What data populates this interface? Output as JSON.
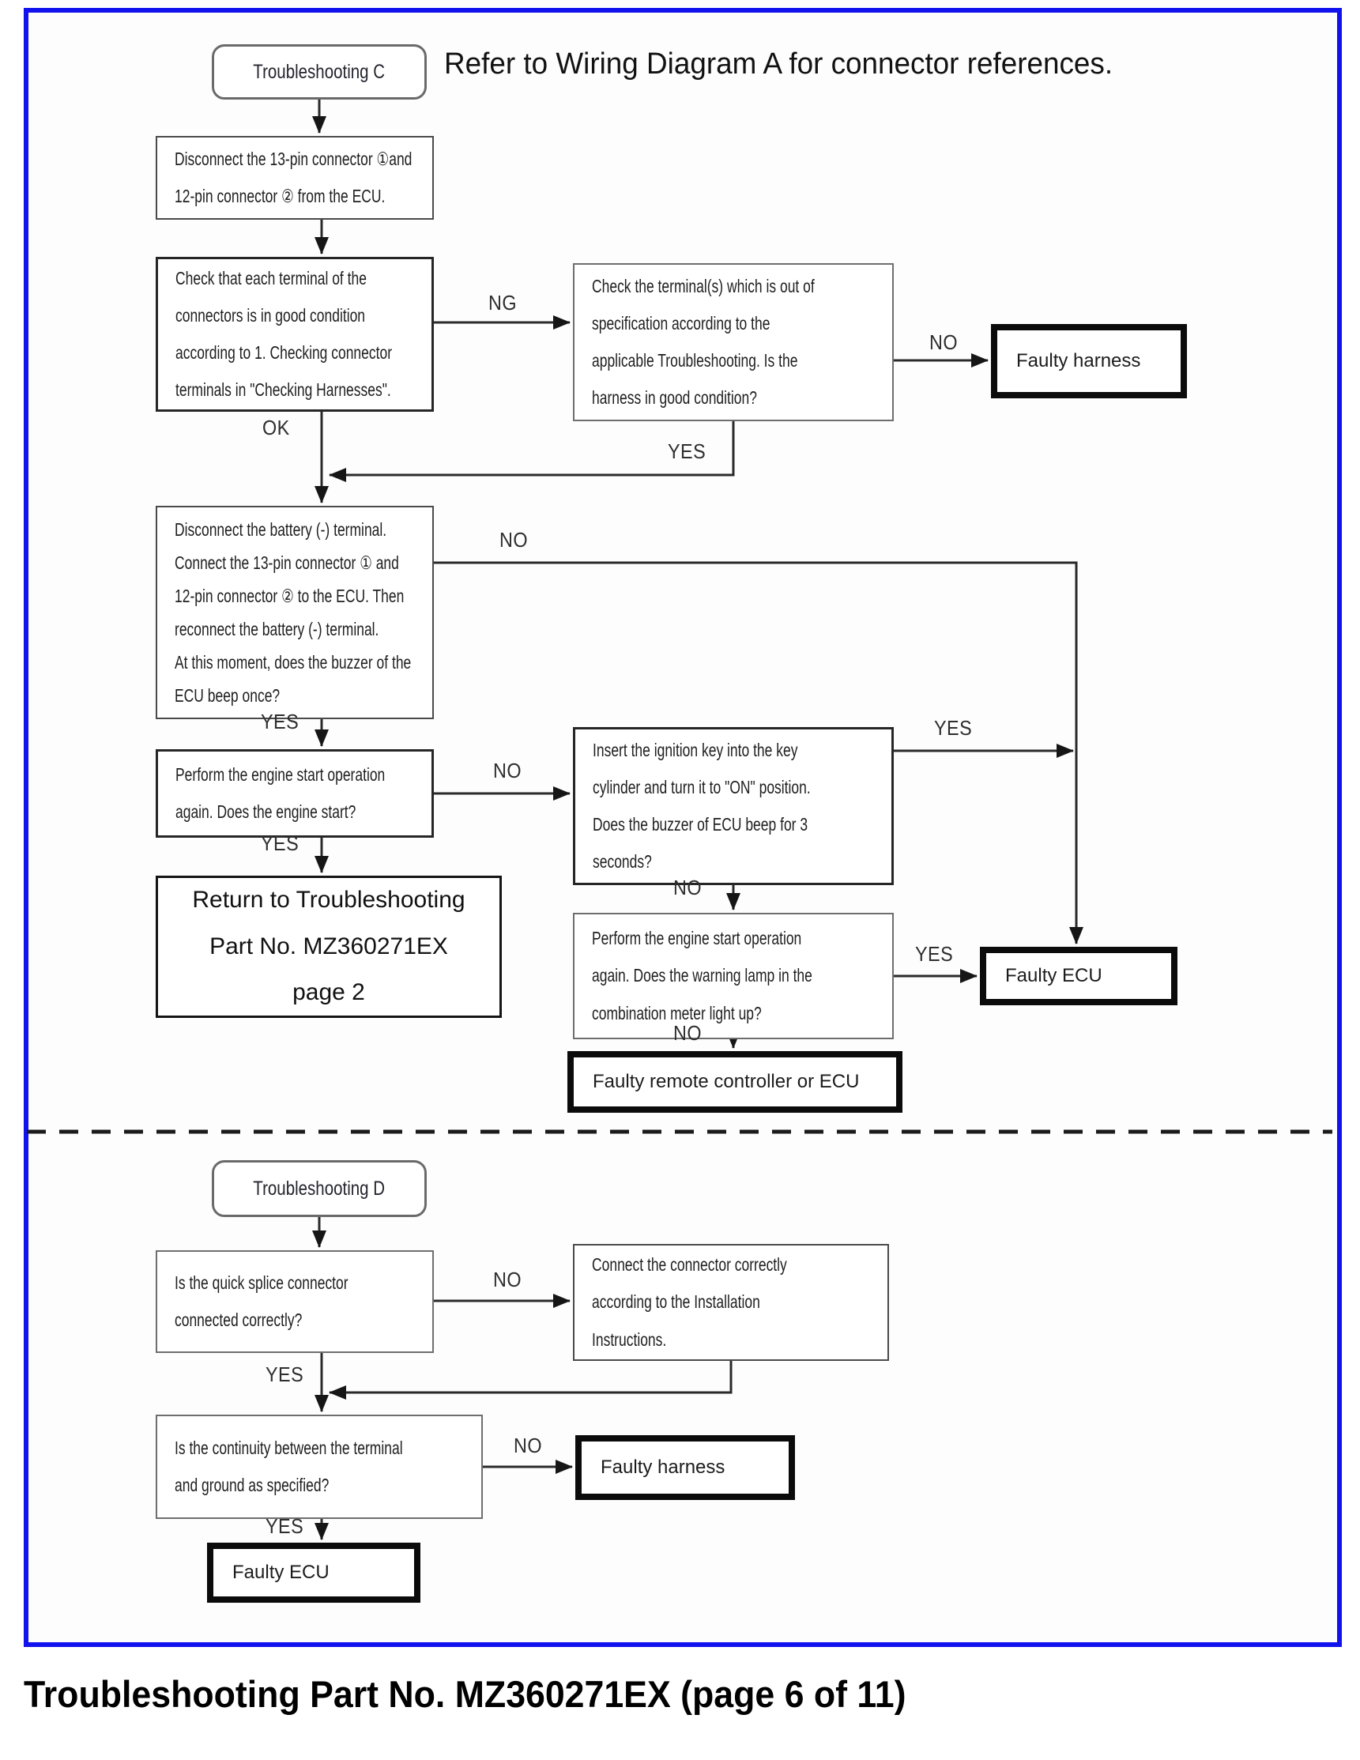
{
  "page": {
    "caption": "Troubleshooting Part No. MZ360271EX (page 6 of 11)",
    "border_color": "#1212ef",
    "line_color": "#2a2a2a"
  },
  "labels": {
    "yes": "YES",
    "no": "NO",
    "ok": "OK",
    "ng": "NG"
  },
  "section_c": {
    "start_label": "Troubleshooting C",
    "header_note": "Refer to Wiring Diagram A for connector references.",
    "box_disconnect": "Disconnect the 13-pin connector ①and\n12-pin connector ② from the ECU.",
    "box_check_terminals": "Check that each terminal of the\nconnectors is in good condition\naccording to 1. Checking connector\nterminals in \"Checking Harnesses\".",
    "box_check_out_of_spec": "Check the terminal(s) which is out of\nspecification according to the\napplicable Troubleshooting. Is the\nharness in good condition?",
    "box_faulty_harness": "Faulty harness",
    "box_battery": "Disconnect the battery (-) terminal.\nConnect the 13-pin connector ① and\n12-pin connector ② to the ECU. Then\nreconnect the battery (-) terminal.\nAt this moment, does the buzzer of the\nECU beep once?",
    "box_engine_start": "Perform the engine start operation\nagain. Does the engine start?",
    "box_return": "Return to Troubleshooting\nPart No. MZ360271EX\npage 2",
    "box_ignition": "Insert the ignition key into the key\ncylinder and turn it to \"ON\" position.\nDoes the buzzer of ECU beep for 3\nseconds?",
    "box_warning_lamp": "Perform the engine start operation\nagain. Does the warning lamp in the\ncombination meter light up?",
    "box_faulty_ecu": "Faulty ECU",
    "box_faulty_remote": "Faulty remote controller or ECU"
  },
  "section_d": {
    "start_label": "Troubleshooting D",
    "box_quick_splice": "Is the quick splice connector\nconnected correctly?",
    "box_connect_connector": "Connect the connector correctly\naccording to the Installation\nInstructions.",
    "box_continuity": "Is the continuity between the terminal\nand ground as specified?",
    "box_faulty_harness": "Faulty harness",
    "box_faulty_ecu": "Faulty ECU"
  }
}
